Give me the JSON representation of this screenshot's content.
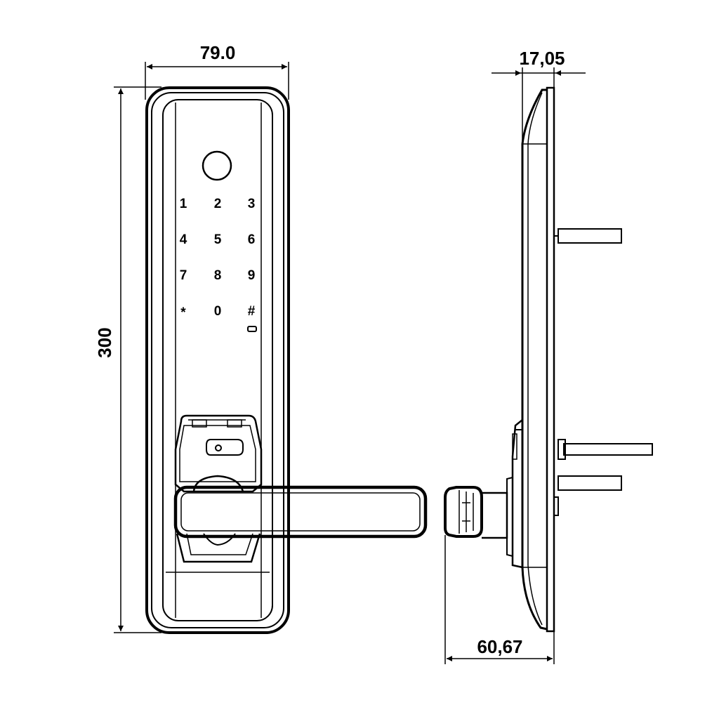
{
  "dimensions": {
    "front_width": "79.0",
    "front_height": "300",
    "side_depth_plate": "17,05",
    "side_depth_total": "60,67"
  },
  "keypad": {
    "keys": [
      "1",
      "2",
      "3",
      "4",
      "5",
      "6",
      "7",
      "8",
      "9",
      "*",
      "0",
      "#"
    ]
  },
  "icons": [
    "fingerprint-sensor-icon",
    "battery-indicator-icon",
    "key-cylinder-icon"
  ]
}
